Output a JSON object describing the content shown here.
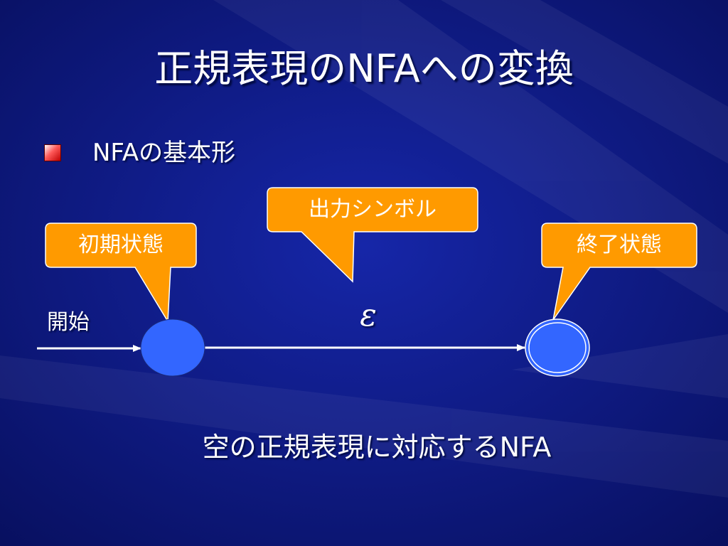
{
  "slide": {
    "title": "正規表現のNFAへの変換",
    "bullet": "NFAの基本形",
    "caption": "空の正規表現に対応するNFA"
  },
  "diagram": {
    "callout_initial": "初期状態",
    "callout_output": "出力シンボル",
    "callout_final": "終了状態",
    "start_label": "開始",
    "edge_symbol": "ε"
  },
  "colors": {
    "background": "#0a1475",
    "callout": "#ff9a00",
    "node": "#3366ff",
    "text": "#ffffff"
  }
}
